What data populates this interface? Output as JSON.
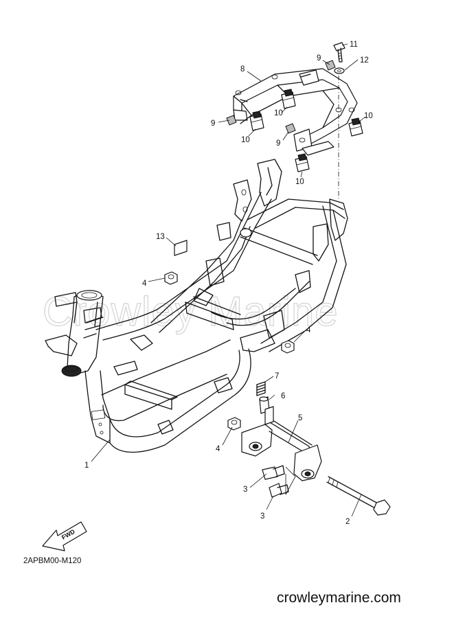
{
  "diagram": {
    "watermark": "Crowley Marine",
    "diagram_code": "2APBM00-M120",
    "footer_url": "crowleymarine.com",
    "fwd_label": "FWD",
    "callouts": {
      "c1": "1",
      "c2": "2",
      "c3a": "3",
      "c3b": "3",
      "c4a": "4",
      "c4b": "4",
      "c4c": "4",
      "c5": "5",
      "c6": "6",
      "c7": "7",
      "c8": "8",
      "c9a": "9",
      "c9b": "9",
      "c9c": "9",
      "c10a": "10",
      "c10b": "10",
      "c10c": "10",
      "c10d": "10",
      "c11": "11",
      "c12": "12",
      "c13": "13"
    }
  }
}
